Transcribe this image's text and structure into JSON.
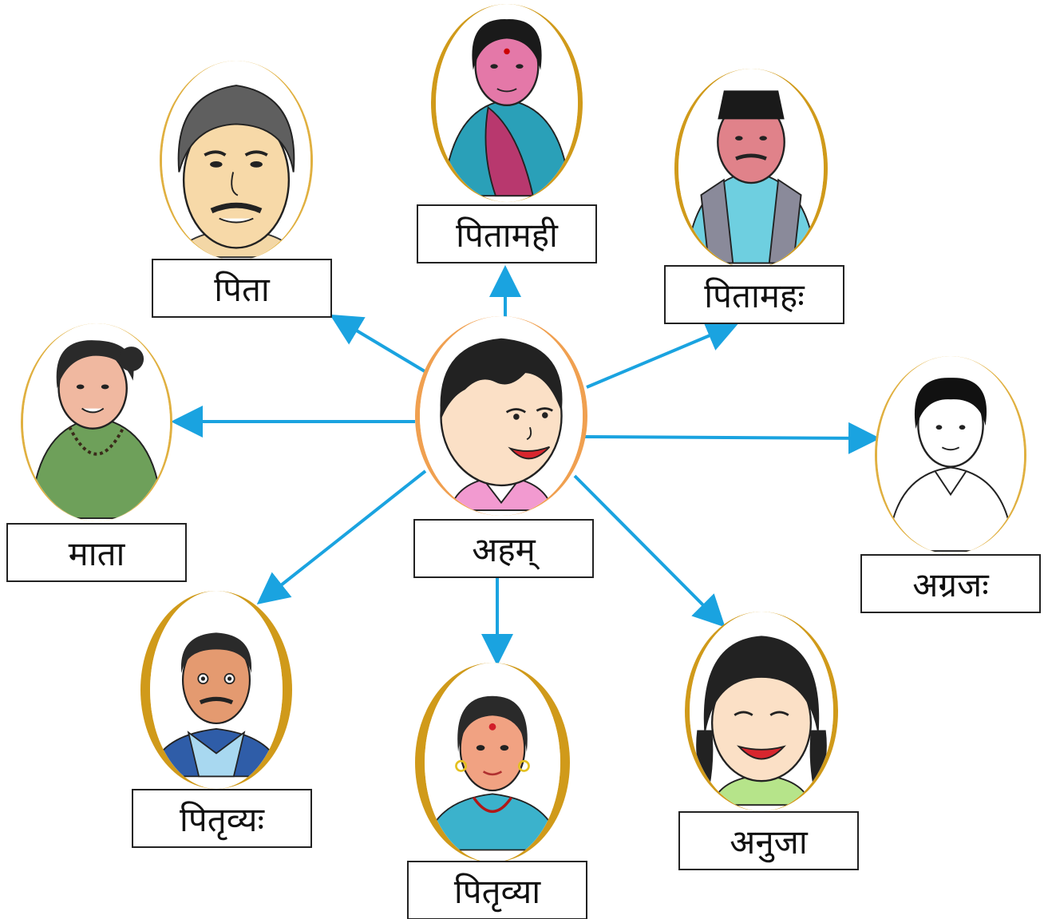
{
  "nodes": {
    "center": {
      "label": "अहम्",
      "person": "boy-center"
    },
    "pita": {
      "label": "पिता",
      "person": "father"
    },
    "pitamahi": {
      "label": "पितामही",
      "person": "grandmother"
    },
    "pitamah": {
      "label": "पितामहः",
      "person": "grandfather"
    },
    "mata": {
      "label": "माता",
      "person": "mother"
    },
    "agraj": {
      "label": "अग्रजः",
      "person": "elder-brother"
    },
    "pitrvya": {
      "label": "पितृव्यः",
      "person": "uncle"
    },
    "pitrvyaa": {
      "label": "पितृव्या",
      "person": "aunt"
    },
    "anuja": {
      "label": "अनुजा",
      "person": "younger-sister"
    }
  },
  "colors": {
    "arrow": "#1aa3e0",
    "frame_gold": "#d09a1a",
    "frame_orange": "#f0a050",
    "label_border": "#222222"
  }
}
